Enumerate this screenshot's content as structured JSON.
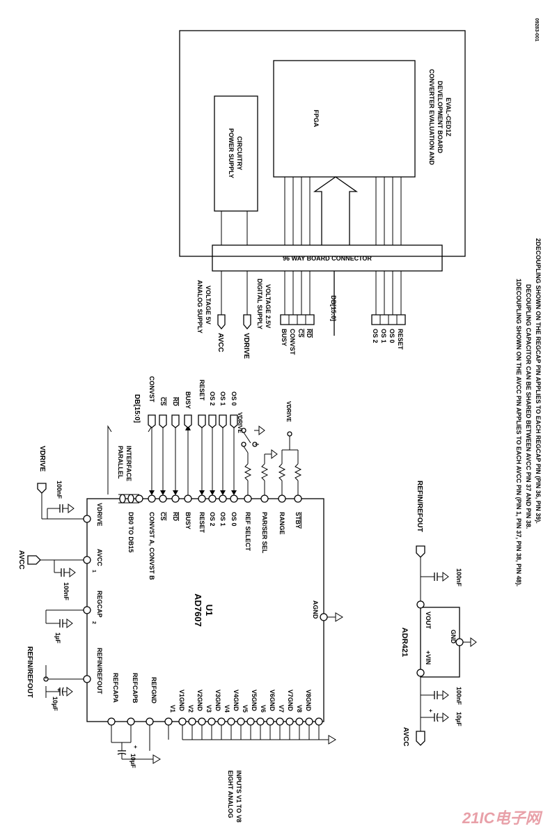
{
  "figure_id": "09283-001",
  "eval_board": {
    "title_line1": "CONVERTER EVALUATION AND",
    "title_line2": "DEVELOPMENT BOARD",
    "title_line3": "EVAL-CED1Z",
    "fpga": "FPGA",
    "psu_line1": "POWER SUPPLY",
    "psu_line2": "CIRCUITRY",
    "connector": "96 WAY BOARD CONNECTOR"
  },
  "supplies": {
    "analog_line1": "ANALOG SUPPLY",
    "analog_line2": "VOLTAGE 5V",
    "avcc": "AVCC",
    "digital_line1": "DIGITAL SUPPLY",
    "digital_line2": "VOLTAGE 2.5V",
    "vdrive": "VDRIVE"
  },
  "board_signals": [
    "BUSY",
    "CONVST",
    "CS",
    "RD",
    "DB[15:0]",
    "OS 2",
    "OS 1",
    "OS 0",
    "RESET"
  ],
  "chip": {
    "name": "AD7607",
    "designator": "U1",
    "left_pins": [
      "REFIN/REFOUT",
      "REGCAP",
      "AVCC",
      "VDRIVE"
    ],
    "top_pins": [
      "DB0 TO DB15",
      "CONVST A, CONVST B",
      "CS",
      "RD",
      "BUSY",
      "RESET",
      "OS 2",
      "OS 1",
      "OS 0",
      "REF SELECT",
      "PAR/SER SEL",
      "RANGE",
      "STBY"
    ],
    "bottom_pins": [
      "REFCAPA",
      "REFCAPB",
      "REFGND",
      "V1",
      "V1GND",
      "V2",
      "V2GND",
      "V3",
      "V3GND",
      "V4",
      "V4GND",
      "V5",
      "V5GND",
      "V6",
      "V6GND",
      "V7",
      "V7GND",
      "V8",
      "V8GND"
    ],
    "agnd": "AGND"
  },
  "interface_labels": {
    "parallel": "PARALLEL",
    "interface": "INTERFACE",
    "db": "DB[15:0]",
    "signals": [
      "CONVST",
      "CS",
      "RD",
      "BUSY",
      "RESET",
      "OS 2",
      "OS 1",
      "OS 0"
    ],
    "vdrive": "VDRIVE"
  },
  "caps": {
    "c100nf": "100nF",
    "c1uf": "1µF",
    "c10uf": "10µF",
    "plus": "+"
  },
  "misc": {
    "refin_refout": "REFIN/REFOUT",
    "avcc": "AVCC",
    "vdrive": "VDRIVE",
    "eight_analog_line1": "EIGHT ANALOG",
    "eight_analog_line2": "INPUTS V1 TO V8",
    "sup1": "1",
    "sup2": "2"
  },
  "adr421": {
    "name": "ADR421",
    "vin": "+VIN",
    "vout": "VOUT",
    "gnd": "GND"
  },
  "notes": {
    "line1": "1DECOUPLING SHOWN ON THE AVCC PIN APPLIES TO EACH AVCC PIN (PIN 1, PIN 37, PIN 38, PIN 48).",
    "line2": "DECOUPLING CAPACITOR CAN BE SHARED BETWEEN AVCC PIN 37 AND PIN 38.",
    "line3": "2DECOUPLING SHOWN ON THE REGCAP PIN APPLIES TO EACH REGCAP PIN (PIN 36, PIN 39)."
  },
  "watermark": "21IC电子网"
}
